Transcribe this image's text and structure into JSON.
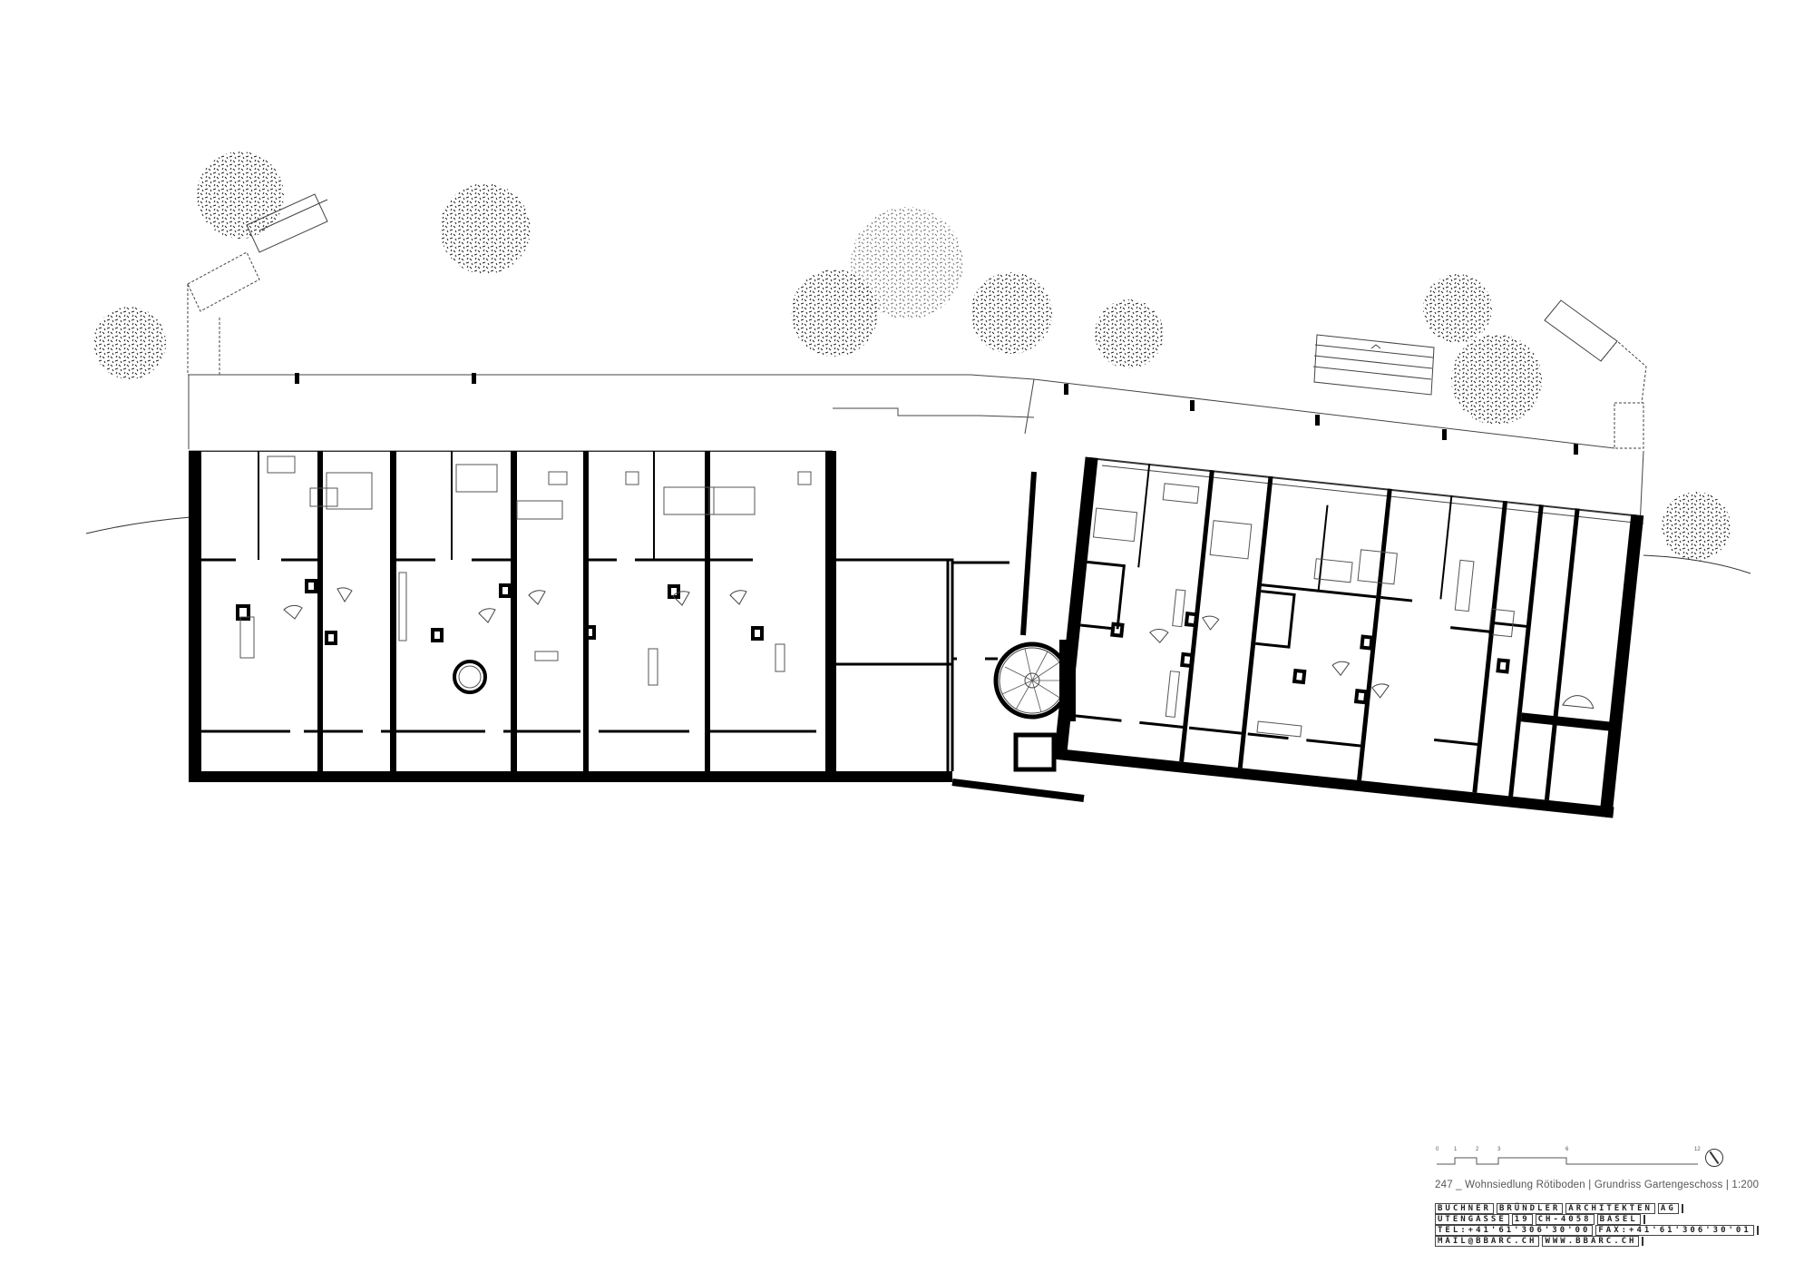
{
  "drawing": {
    "type": "architectural floor plan",
    "project_number": "247",
    "project_name": "Wohnsiedlung Rötiboden",
    "sheet": "Grundriss Gartengeschoss",
    "scale": "1:200"
  },
  "title_block": {
    "project_title": "247 _ Wohnsiedlung Rötiboden | Grundriss Gartengeschoss | 1:200",
    "scale_bar": {
      "ticks": [
        "0",
        "1",
        "2",
        "3",
        "6",
        "12"
      ]
    },
    "north_arrow_icon": "north-arrow-icon",
    "office": {
      "line1": [
        "BUCHNER",
        "BRÜNDLER",
        "ARCHITEKTEN",
        "AG"
      ],
      "line2": [
        "UTENGASSE",
        "19",
        "CH-4058",
        "BASEL"
      ],
      "line3": [
        "TEL:+41'61'306'30'00",
        "FAX:+41'61'306'30'01"
      ],
      "line4": [
        "MAIL@BBARC.CH",
        "WWW.BBARC.CH"
      ]
    }
  },
  "plan_elements": {
    "trees": 10,
    "exterior_stairs": 2,
    "spiral_stair": 1,
    "west_wing_units": 6,
    "east_wing_units": 6,
    "colors": {
      "walls": "#000000",
      "lines": "#333333",
      "background": "#ffffff"
    }
  }
}
